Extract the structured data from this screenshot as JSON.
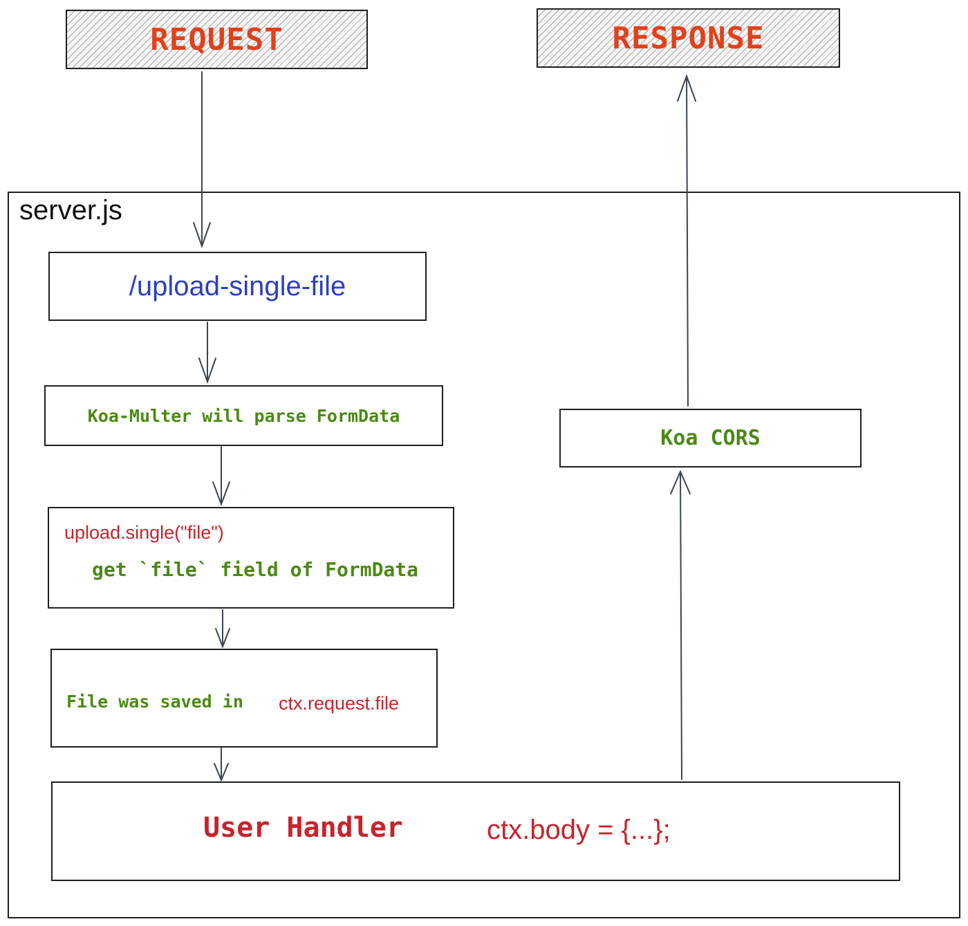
{
  "nodes": {
    "request": "REQUEST",
    "response": "RESPONSE",
    "container": "server.js",
    "route": "/upload-single-file",
    "parse": "Koa-Multer will parse FormData",
    "single_code": "upload.single(\"file\")",
    "single_desc": "get `file` field of FormData",
    "saved_text": "File was saved in",
    "saved_code": "ctx.request.file",
    "handler": "User Handler",
    "handler_code": "ctx.body = {...};",
    "cors": "Koa CORS"
  },
  "colors": {
    "title_orange": "#e0411c",
    "route_blue": "#2b3fc4",
    "label_green": "#4a8a12",
    "code_red": "#c8232c",
    "stroke": "#1e1e1e",
    "arrow": "#3a4452"
  },
  "edges": [
    {
      "from": "request",
      "to": "route"
    },
    {
      "from": "route",
      "to": "parse"
    },
    {
      "from": "parse",
      "to": "single"
    },
    {
      "from": "single",
      "to": "saved"
    },
    {
      "from": "saved",
      "to": "handler"
    },
    {
      "from": "handler",
      "to": "cors"
    },
    {
      "from": "cors",
      "to": "response"
    }
  ]
}
